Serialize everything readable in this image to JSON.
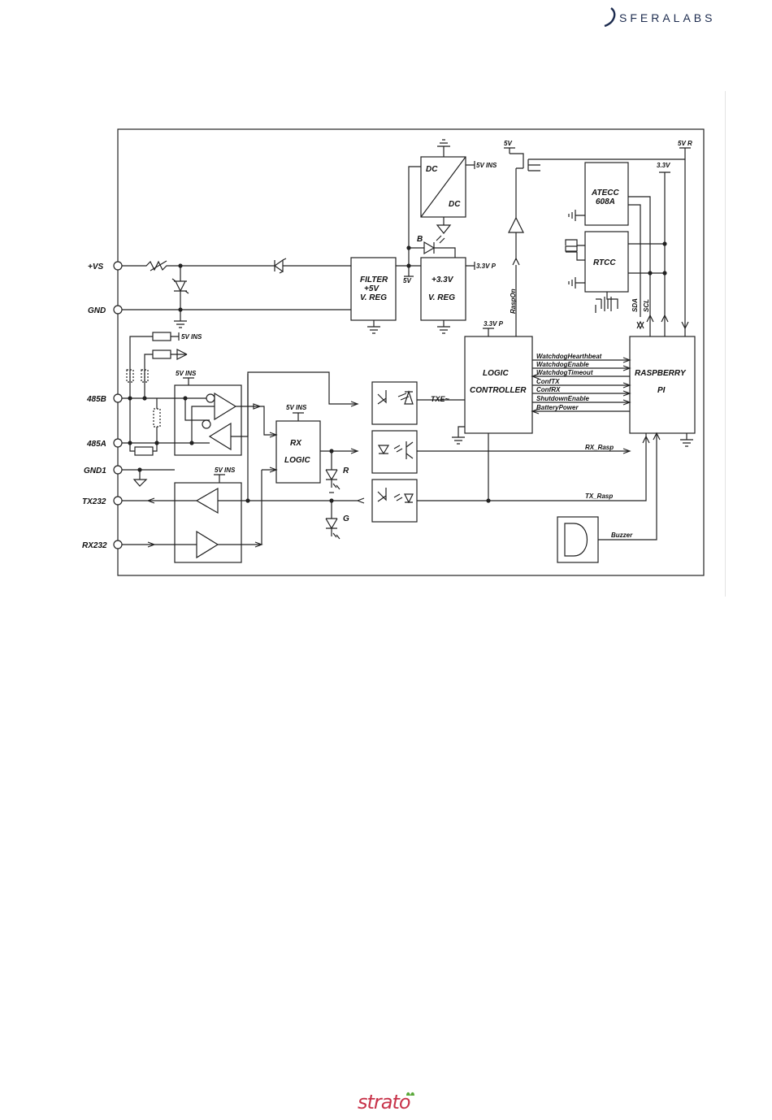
{
  "header": {
    "brand": "SFERALABS"
  },
  "footer": {
    "brand": "strato"
  },
  "diagram": {
    "terminals": {
      "vs": "+VS",
      "gnd": "GND",
      "b485": "485B",
      "a485": "485A",
      "gnd1": "GND1",
      "tx232": "TX232",
      "rx232": "RX232"
    },
    "blocks": {
      "filter": [
        "FILTER",
        "+5V",
        "V. REG"
      ],
      "vreg33": [
        "+3.3V",
        "V. REG"
      ],
      "dc_in": "DC",
      "dc_out": "DC",
      "logic": [
        "LOGIC",
        "CONTROLLER"
      ],
      "rx_logic": [
        "RX",
        "LOGIC"
      ],
      "raspberry": [
        "RASPBERRY",
        "PI"
      ],
      "atecc": [
        "ATECC",
        "608A"
      ],
      "rtcc": "RTCC"
    },
    "labels": {
      "v5ins_dc": "5V INS",
      "v33p_top": "3.3V P",
      "v5_a": "5V",
      "b": "B",
      "v5_top": "5V",
      "v5r": "5V R",
      "v33": "3.3V",
      "raspon": "RaspOn",
      "v33p_logic": "3.3V P",
      "v5ins_res": "5V INS",
      "v5ins_485": "5V INS",
      "v5ins_rx": "5V INS",
      "v5ins_232": "5V INS",
      "txe": "TXE~",
      "r": "R",
      "g": "G",
      "rx_rasp": "RX_Rasp",
      "tx_rasp": "TX_Rasp",
      "buzzer": "Buzzer",
      "sda": "SDA",
      "scl": "SCL"
    },
    "signals": [
      "WatchdogHearthbeat",
      "WatchdogEnable",
      "WatchdogTimeout",
      "ConfTX",
      "ConfRX",
      "ShutdownEnable",
      "BatteryPower"
    ]
  }
}
